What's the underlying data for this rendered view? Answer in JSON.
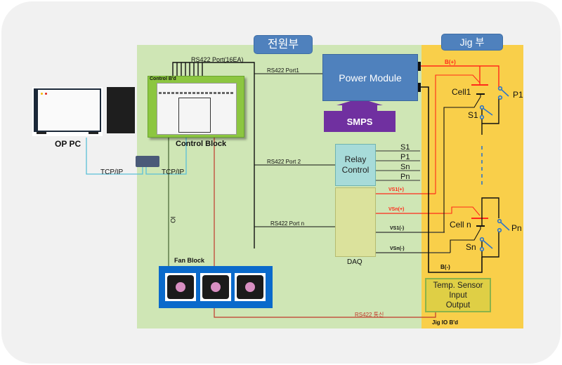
{
  "sections": {
    "power": "전원부",
    "jig": "Jig 부"
  },
  "op_pc": {
    "label": "OP PC"
  },
  "network": {
    "link_left": "TCP/IP",
    "link_right": "TCP/IP"
  },
  "control": {
    "board_label": "Control B'd",
    "block_label": "Control Block",
    "bus_label": "RS422 Port(16EA)",
    "io_label": "IO"
  },
  "ports": {
    "port1": "RS422 Port1",
    "port2": "RS422 Port 2",
    "portn": "RS422 Port n",
    "comm": "RS422 통신"
  },
  "power_module": {
    "label": "Power Module"
  },
  "smps": {
    "label": "SMPS"
  },
  "relay": {
    "line1": "Relay",
    "line2": "Control",
    "outputs": [
      "S1",
      "P1",
      "Sn",
      "Pn"
    ]
  },
  "daq": {
    "label": "DAQ",
    "outputs": [
      "VS1(+)",
      "VSn(+)",
      "VS1(-)",
      "VSn(-)"
    ]
  },
  "fan": {
    "label": "Fan Block",
    "count": 3
  },
  "jig": {
    "bplus": "B(+)",
    "bminus": "B(-)",
    "cell1": "Cell1",
    "celln": "Cell n",
    "s1": "S1",
    "p1": "P1",
    "sn": "Sn",
    "pn": "Pn",
    "temp_line1": "Temp. Sensor",
    "temp_line2": "Input",
    "temp_line3": "Output",
    "io_board": "Jig IO B'd"
  },
  "colors": {
    "power_zone": "#cfe6b5",
    "jig_zone": "#f9cf4a",
    "tag_blue": "#4f81bd",
    "smps_purple": "#7030a0",
    "red_wire": "#ff2a1a",
    "tcp_wire": "#5bc0d8"
  }
}
